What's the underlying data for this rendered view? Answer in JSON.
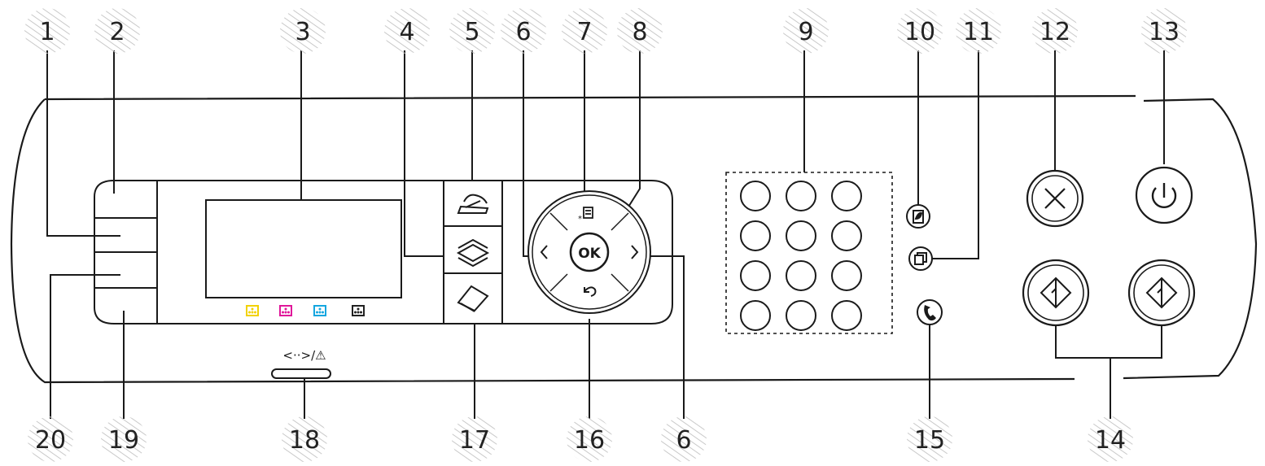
{
  "callouts": {
    "c1": "1",
    "c2": "2",
    "c3": "3",
    "c4": "4",
    "c5": "5",
    "c6a": "6",
    "c6b": "6",
    "c7": "7",
    "c8": "8",
    "c9": "9",
    "c10": "10",
    "c11": "11",
    "c12": "12",
    "c13": "13",
    "c14": "14",
    "c15": "15",
    "c16": "16",
    "c17": "17",
    "c18": "18",
    "c19": "19",
    "c20": "20"
  },
  "panel": {
    "ok_label": "OK",
    "status_symbol": "<··>/⚠",
    "keypad_count": 12
  },
  "toner": {
    "colors": [
      "#f2d200",
      "#e0169a",
      "#14a6df",
      "#222222"
    ]
  },
  "colors": {
    "hatch": "#c9c9c9",
    "line": "#1a1a1a"
  },
  "icons": {
    "fax": "fax-icon",
    "copy": "copy-icon",
    "scan": "scan-icon",
    "menu": "menu-icon",
    "back": "back-icon",
    "left": "arrow-left-icon",
    "right": "arrow-right-icon",
    "eco": "eco-icon",
    "id_copy": "id-copy-icon",
    "on_hook": "on-hook-dial-icon",
    "stop": "stop-clear-icon",
    "power": "power-icon",
    "start": "start-icon"
  }
}
